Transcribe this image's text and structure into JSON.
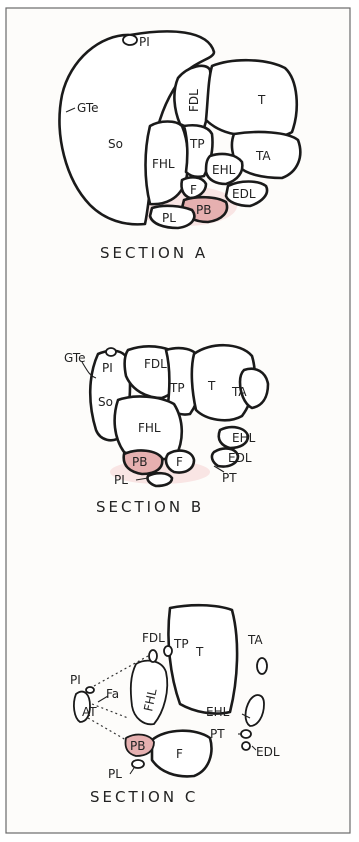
{
  "section_a": {
    "title": "SECTION A",
    "labels": {
      "pi": "PI",
      "gte": "GTe",
      "so": "So",
      "fdl": "FDL",
      "t": "T",
      "tp": "TP",
      "ta": "TA",
      "fhl": "FHL",
      "ehl": "EHL",
      "f": "F",
      "edl": "EDL",
      "pb": "PB",
      "pl": "PL"
    }
  },
  "section_b": {
    "title": "SECTION B",
    "labels": {
      "gte": "GTe",
      "pi": "PI",
      "fdl": "FDL",
      "so": "So",
      "tp": "TP",
      "t": "T",
      "ta": "TA",
      "fhl": "FHL",
      "ehl": "EHL",
      "edl": "EDL",
      "pb": "PB",
      "f": "F",
      "pt": "PT",
      "pl": "PL"
    }
  },
  "section_c": {
    "title": "SECTION C",
    "labels": {
      "fdl": "FDL",
      "tp": "TP",
      "ta": "TA",
      "pi": "PI",
      "fa": "Fa",
      "t": "T",
      "fhl": "FHL",
      "at": "AT",
      "ehl": "EHL",
      "pt": "PT",
      "edl": "EDL",
      "pb": "PB",
      "f": "F",
      "pl": "PL"
    }
  },
  "colors": {
    "highlight": "#e6b0b0",
    "outline": "#1a1a1a"
  }
}
